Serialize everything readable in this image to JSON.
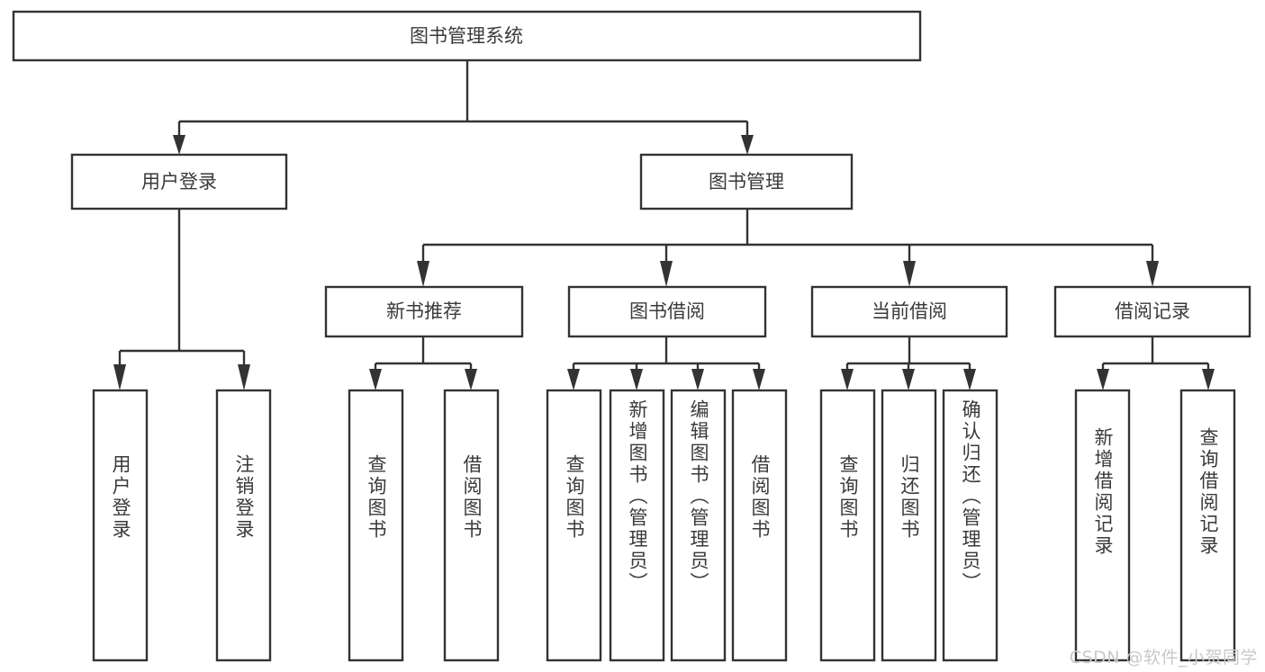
{
  "diagram": {
    "title": "图书管理系统",
    "type": "tree",
    "colors": {
      "background": "#ffffff",
      "box_fill": "#ffffff",
      "box_stroke": "#333333",
      "text": "#3a3a3a",
      "watermark": "#c9c9c9"
    },
    "watermark": "CSDN @软件_小贺同学",
    "nodes": {
      "root": {
        "label": "图书管理系统"
      },
      "level2": [
        {
          "label": "用户登录"
        },
        {
          "label": "图书管理"
        }
      ],
      "level3": [
        {
          "label": "新书推荐"
        },
        {
          "label": "图书借阅"
        },
        {
          "label": "当前借阅"
        },
        {
          "label": "借阅记录"
        }
      ],
      "leaves_user_login": [
        {
          "label": "用户登录"
        },
        {
          "label": "注销登录"
        }
      ],
      "leaves_new_book": [
        {
          "label": "查询图书"
        },
        {
          "label": "借阅图书"
        }
      ],
      "leaves_borrow": [
        {
          "label": "查询图书"
        },
        {
          "label": "新增图书（管理员）"
        },
        {
          "label": "编辑图书（管理员）"
        },
        {
          "label": "借阅图书"
        }
      ],
      "leaves_current": [
        {
          "label": "查询图书"
        },
        {
          "label": "归还图书"
        },
        {
          "label": "确认归还（管理员）"
        }
      ],
      "leaves_record": [
        {
          "label": "新增借阅记录"
        },
        {
          "label": "查询借阅记录"
        }
      ]
    }
  }
}
